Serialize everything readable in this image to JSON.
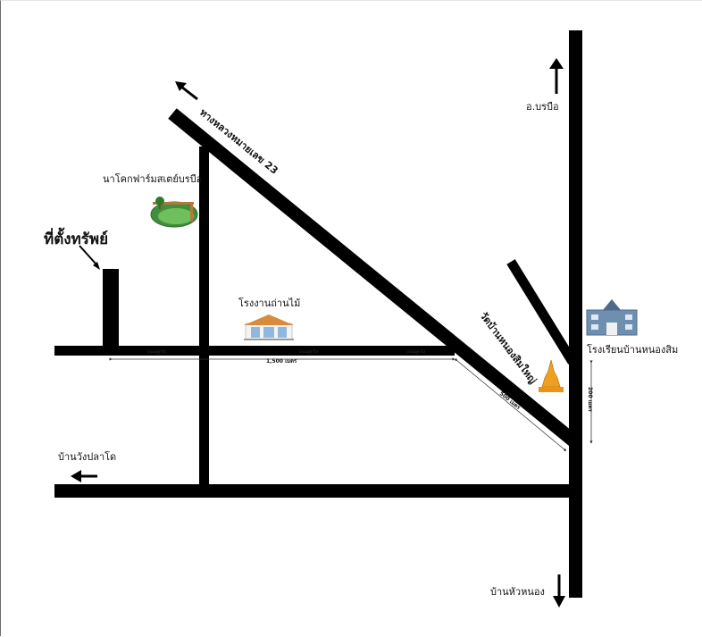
{
  "map": {
    "colors": {
      "road": "#000000",
      "background": "#ffffff",
      "park_green": "#3f8f3c",
      "temple_gold": "#f0a020",
      "factory_blue": "#8fb8e0",
      "school_blue": "#5a7fa8"
    },
    "labels": {
      "property": "ที่ตั้งทรัพย์",
      "highway": "ทางหลวงหมายเลข 23",
      "park": "นาโคกฟาร์มสเตย์บรบือ",
      "factory": "โรงงานถ่านไม้",
      "temple": "วัดบ้านหนองสิมใหญ่",
      "school": "โรงเรียนบ้านหนองสิม",
      "north_destination": "อ.บรบือ",
      "west_destination": "บ้านวังปลาโด",
      "south_destination": "บ้านหัวหนอง",
      "road_small_1": "ถนนลูกรัง",
      "road_small_2": "ถนนลูกรัง",
      "road_small_3": "ถนนลูกรัง",
      "distance_main": "1,500 เมตร",
      "distance_diagonal": "500 เมตร",
      "distance_vertical": "200 เมตร"
    },
    "icons": {
      "park": "park-icon",
      "factory": "factory-icon",
      "temple": "temple-icon",
      "school": "school-icon",
      "arrow_northwest": "arrow-northwest-icon",
      "arrow_north": "arrow-north-icon",
      "arrow_west": "arrow-west-icon",
      "arrow_south": "arrow-south-icon"
    }
  }
}
